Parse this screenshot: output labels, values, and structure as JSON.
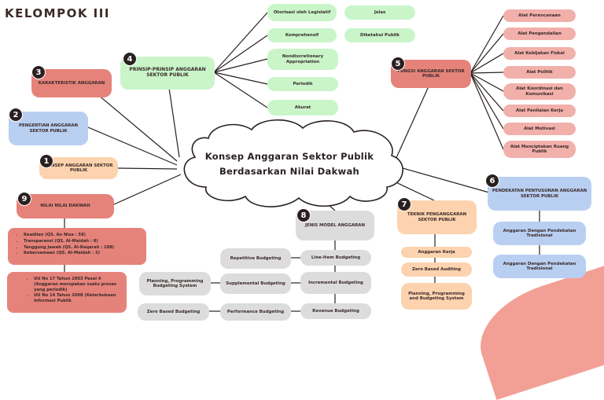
{
  "title": "KELOMPOK III",
  "center": {
    "line1": "Konsep Anggaran Sektor Publik",
    "line2": "Berdasarkan Nilai Dakwah"
  },
  "badges": [
    "1",
    "2",
    "3",
    "4",
    "5",
    "6",
    "7",
    "8",
    "9"
  ],
  "colors": {
    "green": "#c9f5c9",
    "red": "#e5837a",
    "pink": "#f2b0ab",
    "peach": "#fcd3ae",
    "blue": "#b9cff2",
    "grey": "#dcdcdc",
    "ink": "#2a2020"
  },
  "konsep": "KONSEP ANGGARAN SEKTOR PUBLIK",
  "pengertian": "PENGERTIAN ANGGARAN SEKTOR PUBLIK",
  "karakteristik": "KARAKTERISTIK ANGGARAN",
  "prinsip": {
    "label": "PRINSIP-PRINSIP ANGGARAN SEKTOR PUBLIK",
    "items": [
      "Otorisasi oleh Legislatif",
      "Jelas",
      "Komprehensif",
      "Diketahui Publik",
      "Nondiscretionary Appropriation",
      "Periodik",
      "Akurat"
    ]
  },
  "fungsi": {
    "label": "FUNGSI ANGGARAN SEKTOR PUBLIK",
    "items": [
      "Alat Perencanaan",
      "Alat Pengendalian",
      "Alat Kebijakan Fiskal",
      "Alat Politik",
      "Alat Koordinasi dan Komunikasi",
      "Alat Penilaian Kerja",
      "Alat Motivasi",
      "Alat Menciptakan Ruang Publik"
    ]
  },
  "pendekatan": {
    "label": "PENDEKATAN PENYUSUNAN ANGGARAN SEKTOR PUBLIK",
    "items": [
      "Anggaran Dengan Pendekatan Tradisional",
      "Anggaran Dengan Pendekatan Tradisional"
    ]
  },
  "teknik": {
    "label": "TEKNIK PENGANGGARAN SEKTOR PUBLIK",
    "items": [
      "Anggaran Kerja",
      "Zero Based Auditing",
      "Planning, Programming and Budgeting System"
    ]
  },
  "jenis": {
    "label": "JENIS MODEL ANGGARAN",
    "items": [
      "Line-Item Budgeting",
      "Incremental Budgeting",
      "Revenue Budgeting"
    ],
    "sub": [
      "Repetitive Budgeting",
      "Supplemental Budgeting",
      "Performance Budgeting",
      "Planning, Programming Budgeting System",
      "Zero Based Budgeting"
    ]
  },
  "nilai": {
    "label": "NILAI NILAI DAKWAH",
    "bullets": [
      "Keadilan (QS. An Nisa : 58)",
      "Transparansi (QS. Al-Maidah : 8)",
      "Tanggung Jawab (QS. Al-Baqarah : 188)",
      "Kebersamaan (QS. Al-Maidah : 2)"
    ],
    "law": [
      "UU No 17 Tahun 2003 Pasal 4 (Anggaran merupakan suatu proses yang periodik)",
      "UU No 14 Tahun 2008 (Keterbukaan Informasi Publik"
    ]
  }
}
